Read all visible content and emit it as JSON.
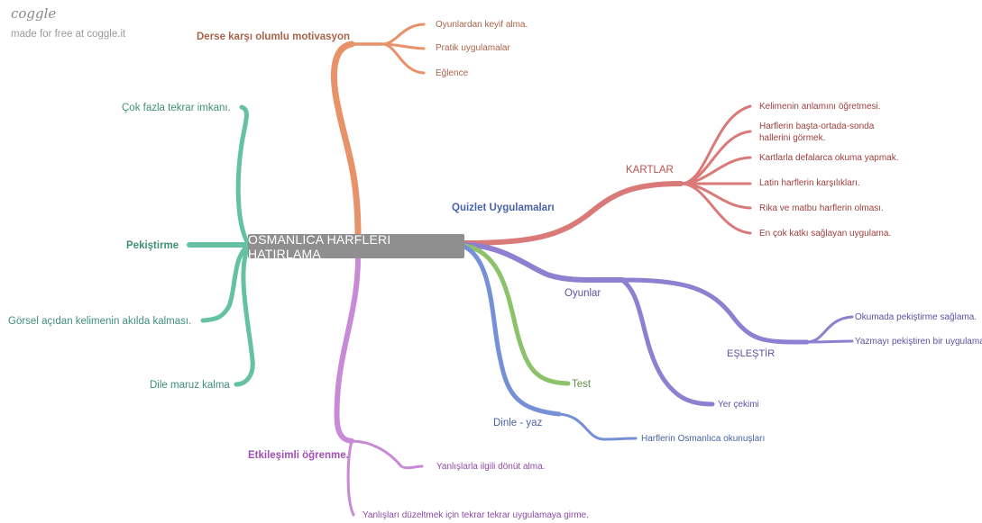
{
  "brand": {
    "logo": "coggle",
    "tagline": "made for free at coggle.it"
  },
  "colors": {
    "motivasyon": "#e8926a",
    "pekistirme": "#65c1a4",
    "etkilesimli": "#c88ad6",
    "quizlet": "#5f7fc9",
    "kartlar": "#d97a78",
    "oyunlar": "#8f7fd0",
    "test": "#8cc36a",
    "dinle": "#7590d6",
    "center_bg": "#8f8f8f"
  },
  "center": "OSMANLICA HARFLERİ HATIRLAMA",
  "motivasyon": {
    "label": "Derse karşı olumlu motivasyon",
    "items": [
      "Oyunlardan keyif alma.",
      "Pratik uygulamalar",
      "Eğlence"
    ]
  },
  "pekistirme": {
    "label": "Pekiştirme",
    "items": [
      "Çok fazla tekrar imkanı.",
      "Görsel açıdan kelimenin akılda kalması.",
      "Dile maruz kalma"
    ]
  },
  "etkilesimli": {
    "label": "Etkileşimli öğrenme.",
    "items": [
      "Yanlışlarla ilgili dönüt alma.",
      "Yanlışları düzeltmek için tekrar tekrar uygulamaya girme."
    ]
  },
  "quizlet": {
    "label": "Quizlet Uygulamaları",
    "kartlar": {
      "label": "KARTLAR",
      "items": [
        "Kelimenin anlamını öğretmesi.",
        "Harflerin başta-ortada-sonda",
        "hallerini görmek.",
        "Kartlarla defalarca okuma yapmak.",
        "Latin harflerin karşılıkları.",
        "Rika ve matbu harflerin olması.",
        "En çok katkı sağlayan uygulama."
      ]
    },
    "oyunlar": {
      "label": "Oyunlar",
      "eslestir": {
        "label": "EŞLEŞTİR",
        "items": [
          "Okumada pekiştirme sağlama.",
          "Yazmayı pekiştiren bir uygulama."
        ]
      },
      "yer_cekimi": "Yer çekimi"
    },
    "test": "Test",
    "dinle": {
      "label": "Dinle - yaz",
      "items": [
        "Harflerin Osmanlıca okunuşları"
      ]
    }
  }
}
